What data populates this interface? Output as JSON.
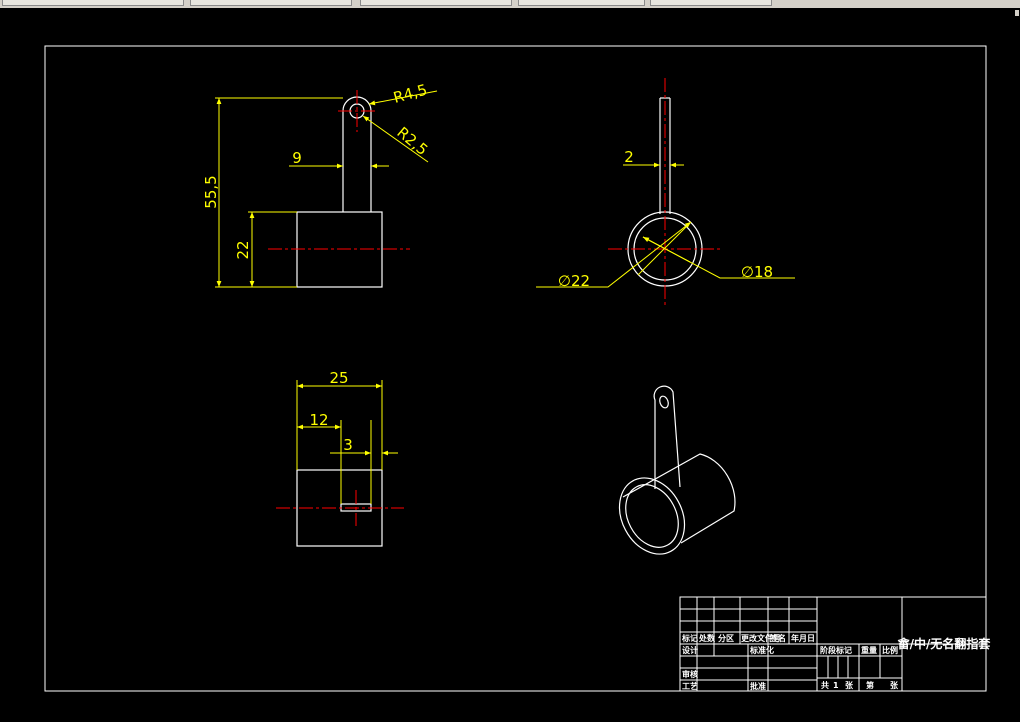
{
  "colors": {
    "background": "#000000",
    "geometry": "#ffffff",
    "dimension": "#ffff00",
    "centerline": "#ff0000",
    "title_block": "#ffffff"
  },
  "views": {
    "front": {
      "dims": {
        "total_height": "55,5",
        "body_height": "22",
        "tab_width": "9",
        "outer_radius": "R4,5",
        "hole_radius": "R2,5"
      }
    },
    "side": {
      "dims": {
        "tab_thickness": "2",
        "outer_diameter": "∅22",
        "inner_diameter": "∅18"
      }
    },
    "top": {
      "dims": {
        "overall_width": "25",
        "slot_offset": "12",
        "slot_width": "3"
      }
    },
    "iso": {}
  },
  "title_block": {
    "title": "畲/中/无名翻指套",
    "labels": {
      "mark": "标记",
      "count": "处数",
      "zone": "分区",
      "doc_no": "更改文件号",
      "sign": "签名",
      "date": "年月日",
      "design": "设计",
      "standard": "标准化",
      "stage_mark": "阶段标记",
      "weight": "重量",
      "scale": "比例",
      "review": "审核",
      "process": "工艺",
      "approve": "批准",
      "total_prefix": "共",
      "sheets": "张",
      "sheet_no": "第",
      "sheet_suffix": "张"
    },
    "sheet_count": "1"
  }
}
